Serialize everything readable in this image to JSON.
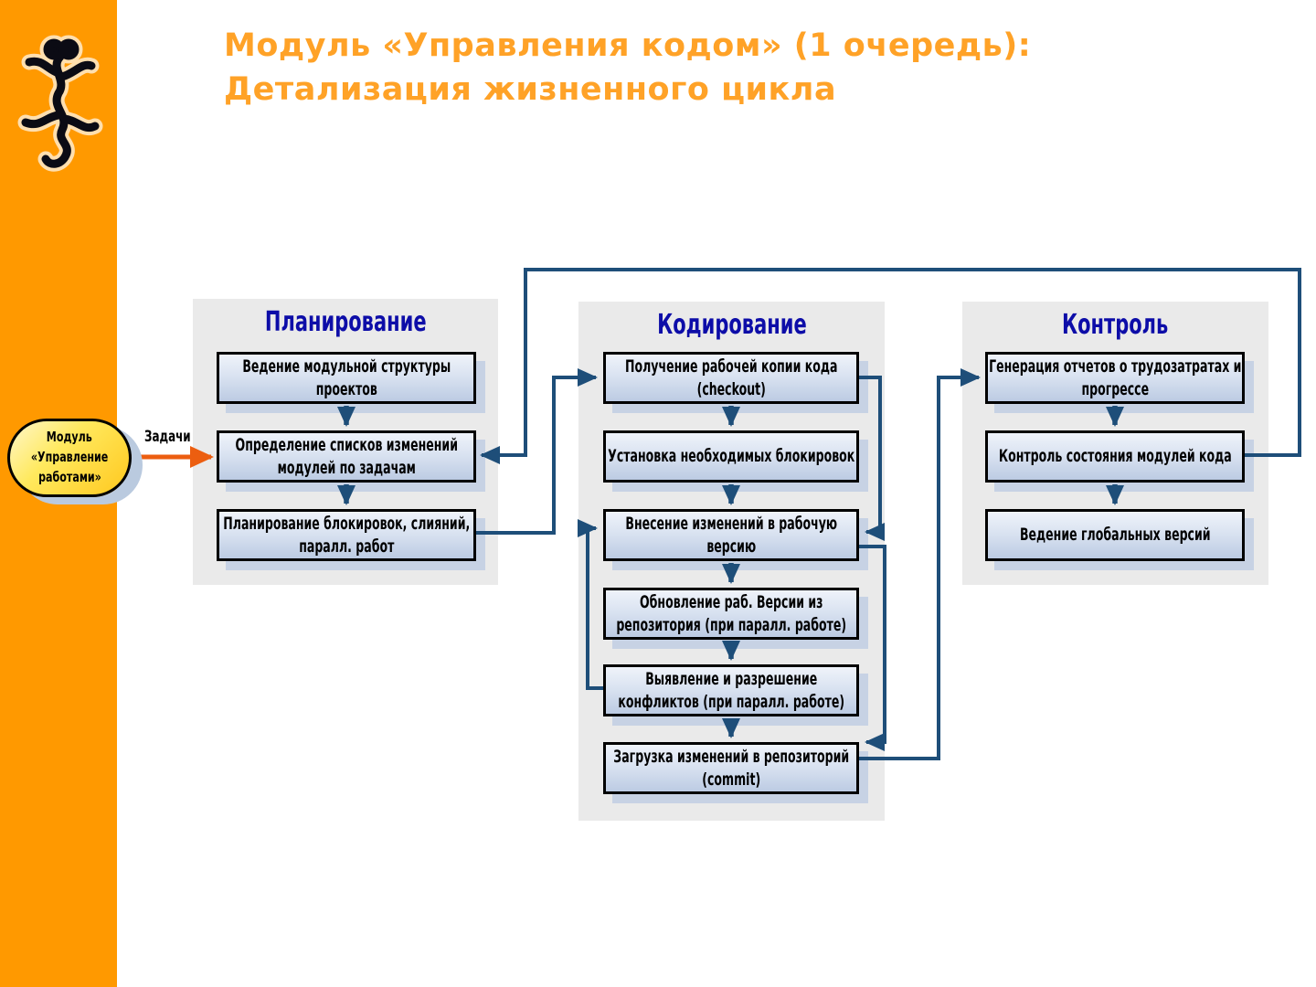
{
  "title": {
    "line1": "Модуль «Управления кодом» (1 очередь):",
    "line2": "Детализация жизненного цикла"
  },
  "source_module": {
    "lines": [
      "Модуль",
      "«Управление",
      "работами»"
    ],
    "arrow_label": "Задачи"
  },
  "columns": [
    {
      "title": "Планирование",
      "boxes": [
        "Ведение модульной структуры проектов",
        "Определение списков изменений модулей по задачам",
        "Планирование блокировок, слияний, паралл. работ"
      ]
    },
    {
      "title": "Кодирование",
      "boxes": [
        "Получение рабочей копии кода (checkout)",
        "Установка необходимых блокировок",
        "Внесение изменений в рабочую версию",
        "Обновление раб. Версии из репозитория (при паралл. работе)",
        "Выявление и разрешение конфликтов (при паралл. работе)",
        "Загрузка изменений в репозиторий (commit)"
      ]
    },
    {
      "title": "Контроль",
      "boxes": [
        "Генерация отчетов о трудозатратах и прогрессе",
        "Контроль состояния модулей кода",
        "Ведение глобальных версий"
      ]
    }
  ],
  "icons": {
    "logo": "lizard-logo-icon"
  },
  "colors": {
    "sidebar_orange": "#FF9900",
    "title_orange": "#FFA227",
    "header_navy": "#0D0DA8",
    "connector_blue": "#1E4E79",
    "task_arrow_orange": "#EC5E10",
    "box_fill_top": "#EFF3FA",
    "box_fill_bottom": "#BCCBE3",
    "panel_gray": "#EAEAEA",
    "ellipse_yellow": "#FFE95E"
  }
}
